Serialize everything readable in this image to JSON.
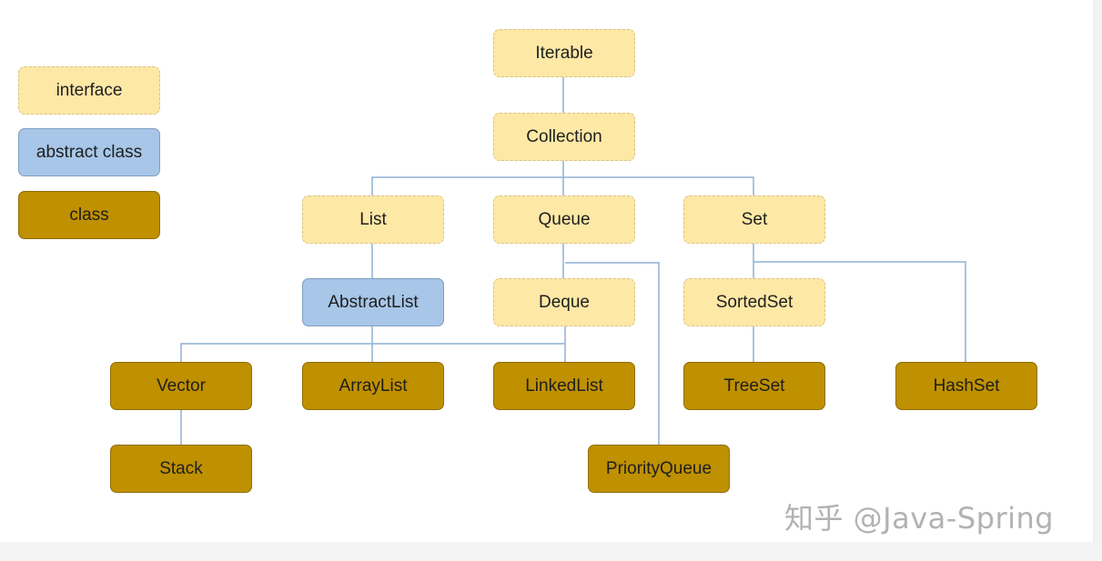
{
  "legend": {
    "interface": "interface",
    "abstract_class": "abstract class",
    "class": "class"
  },
  "nodes": {
    "iterable": "Iterable",
    "collection": "Collection",
    "list": "List",
    "queue": "Queue",
    "set": "Set",
    "abstractlist": "AbstractList",
    "deque": "Deque",
    "sortedset": "SortedSet",
    "vector": "Vector",
    "arraylist": "ArrayList",
    "linkedlist": "LinkedList",
    "treeset": "TreeSet",
    "hashset": "HashSet",
    "stack": "Stack",
    "priorityqueue": "PriorityQueue"
  },
  "colors": {
    "interface_fill": "#fee8a6",
    "abstract_fill": "#a7c6e8",
    "class_fill": "#bf9000",
    "connector": "#8fb1d4"
  },
  "watermark": "知乎 @Java-Spring"
}
